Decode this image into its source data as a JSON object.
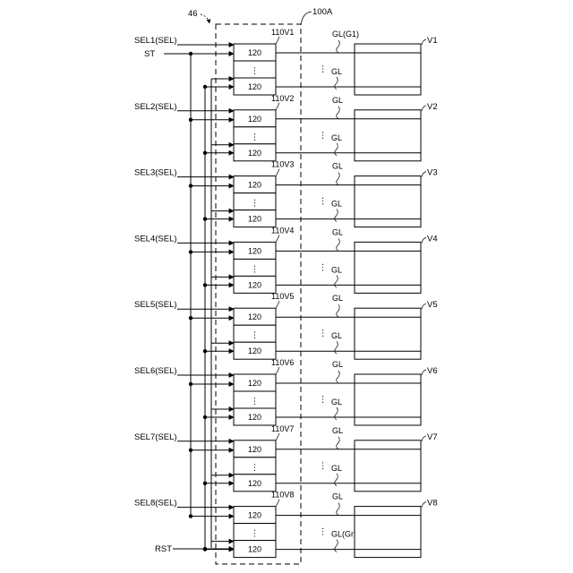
{
  "figure": {
    "ref_46": "46",
    "ref_100A": "100A",
    "cell_label": "120",
    "dots": "⋮",
    "rst_label": "RST",
    "st_label": "ST"
  },
  "groups": [
    {
      "sel": "SEL1(SEL)",
      "block": "110V1",
      "gl_top": "GL(G1)",
      "gl_mid": "GL",
      "v": "V1"
    },
    {
      "sel": "SEL2(SEL)",
      "block": "110V2",
      "gl_top": "GL",
      "gl_mid": "GL",
      "v": "V2"
    },
    {
      "sel": "SEL3(SEL)",
      "block": "110V3",
      "gl_top": "GL",
      "gl_mid": "GL",
      "v": "V3"
    },
    {
      "sel": "SEL4(SEL)",
      "block": "110V4",
      "gl_top": "GL",
      "gl_mid": "GL",
      "v": "V4"
    },
    {
      "sel": "SEL5(SEL)",
      "block": "110V5",
      "gl_top": "GL",
      "gl_mid": "GL",
      "v": "V5"
    },
    {
      "sel": "SEL6(SEL)",
      "block": "110V6",
      "gl_top": "GL",
      "gl_mid": "GL",
      "v": "V6"
    },
    {
      "sel": "SEL7(SEL)",
      "block": "110V7",
      "gl_top": "GL",
      "gl_mid": "GL",
      "v": "V7"
    },
    {
      "sel": "SEL8(SEL)",
      "block": "110V8",
      "gl_top": "GL",
      "gl_mid": "GL(Gn)",
      "v": "V8"
    }
  ]
}
